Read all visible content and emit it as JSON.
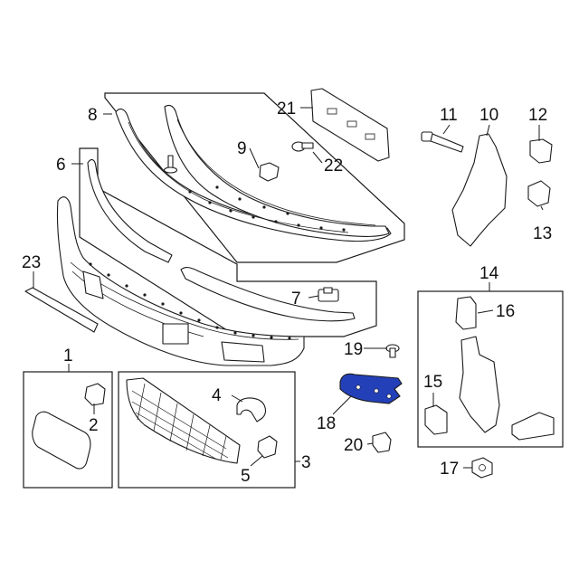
{
  "colors": {
    "line": "#1a1a1a",
    "highlight_fill": "#2340b8",
    "background": "#ffffff"
  },
  "callouts": {
    "c1": "1",
    "c2": "2",
    "c3": "3",
    "c4": "4",
    "c5": "5",
    "c6": "6",
    "c7": "7",
    "c8": "8",
    "c9": "9",
    "c10": "10",
    "c11": "11",
    "c12": "12",
    "c13": "13",
    "c14": "14",
    "c15": "15",
    "c16": "16",
    "c17": "17",
    "c18": "18",
    "c19": "19",
    "c20": "20",
    "c21": "21",
    "c22": "22",
    "c23": "23"
  }
}
